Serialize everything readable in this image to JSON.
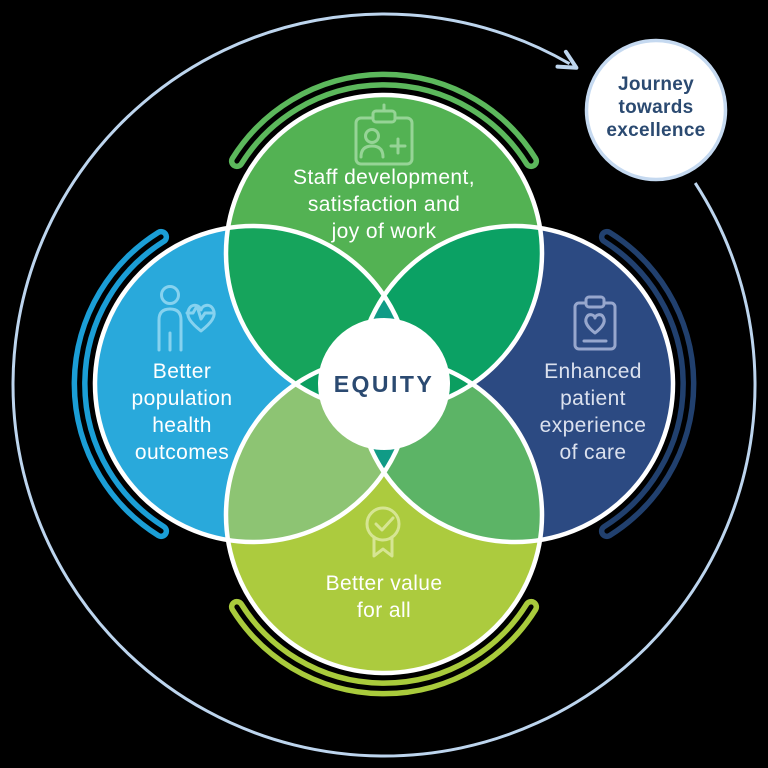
{
  "venn": {
    "center_label": "EQUITY",
    "circles": [
      {
        "id": "staff",
        "icon": "id-badge-icon",
        "lines": [
          "Staff development,",
          "satisfaction and",
          "joy of work"
        ]
      },
      {
        "id": "population",
        "icon": "person-heart-icon",
        "lines": [
          "Better",
          "population",
          "health",
          "outcomes"
        ]
      },
      {
        "id": "patient",
        "icon": "clipboard-heart-icon",
        "lines": [
          "Enhanced",
          "patient",
          "experience",
          "of care"
        ]
      },
      {
        "id": "value",
        "icon": "award-check-icon",
        "lines": [
          "Better value",
          "for all"
        ]
      }
    ]
  },
  "journey_badge": {
    "lines": [
      "Journey",
      "towards",
      "excellence"
    ]
  },
  "colors": {
    "background": "#000000",
    "top_circle": "#53b253",
    "left_circle": "#29a9db",
    "right_circle": "#2c4a82",
    "bottom_circle": "#accb3e",
    "petal_top_left": "#16a45c",
    "petal_top_right": "#0ba164",
    "petal_bottom_left": "#8dc473",
    "petal_bottom_right": "#5cb466",
    "lens_horizontal": "#0b9e60",
    "lens_vertical": "#109b86",
    "swoosh_top": "#5cb85c",
    "swoosh_left": "#1b9ed6",
    "swoosh_right": "#21406e",
    "swoosh_bottom": "#a9cb3c",
    "outer_ring": "#bdd5ee",
    "journey_border": "#c5d9f0",
    "navy_text": "#2b4a71",
    "white_text": "#ffffff",
    "right_circle_text": "#dbe1ee",
    "icon_staff": "#96d496",
    "icon_population": "#86d2ef",
    "icon_patient": "#97a7cd",
    "icon_value": "#d6e593"
  }
}
